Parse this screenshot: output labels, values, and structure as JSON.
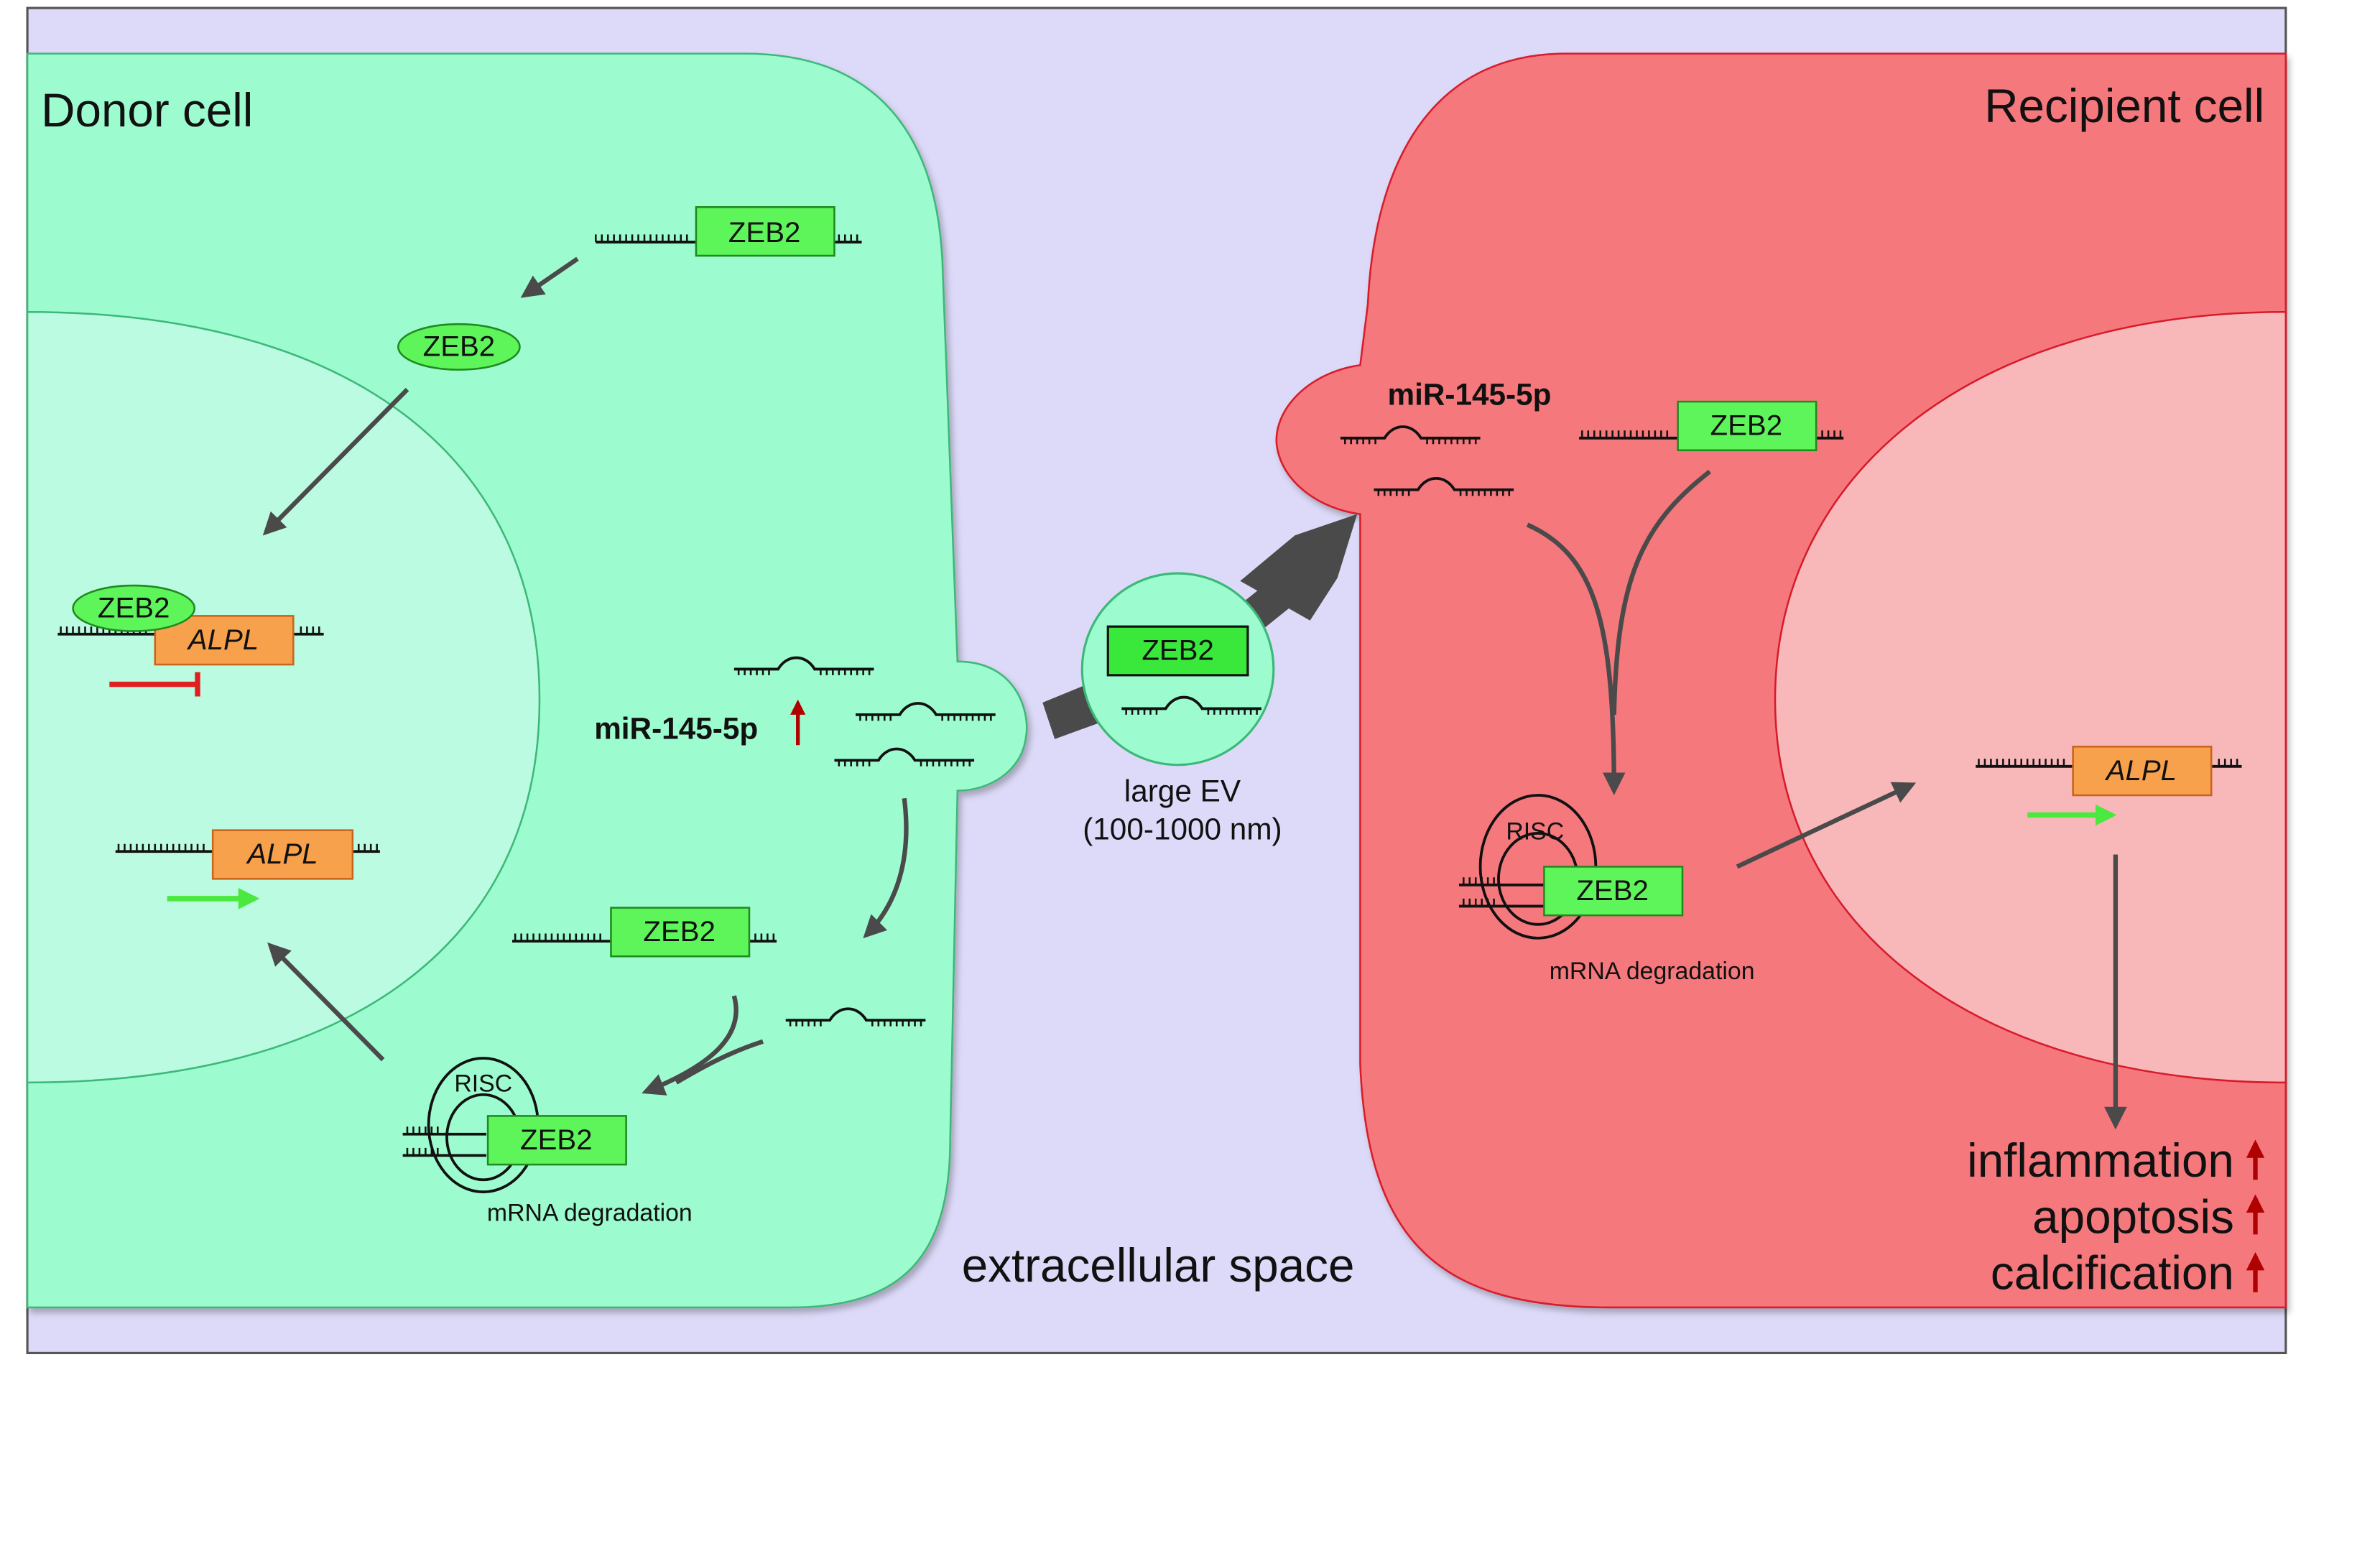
{
  "labels": {
    "donor_cell": "Donor cell",
    "recipient_cell": "Recipient cell",
    "extracellular_space": "extracellular space",
    "large_ev_line1": "large EV",
    "large_ev_line2": "(100-1000 nm)",
    "mirna_donor": "miR-145-5p",
    "mirna_recipient": "miR-145-5p",
    "risc_donor": "RISC",
    "risc_recipient": "RISC",
    "mrna_degradation_donor": "mRNA degradation",
    "mrna_degradation_recipient": "mRNA degradation"
  },
  "genes": {
    "zeb2": "ZEB2",
    "alpl": "ALPL"
  },
  "outcomes": [
    "inflammation",
    "apoptosis",
    "calcification"
  ],
  "colors": {
    "background": "#dcdaf8",
    "donor_cytoplasm": "#9dfccf",
    "donor_nucleus": "#bbfbe1",
    "recipient_cytoplasm": "#f5787b",
    "recipient_nucleus": "#f8b8b9",
    "zeb2_box": "#5ef55b",
    "alpl_box": "#f7a14c",
    "arrow_grey": "#4a4a4a",
    "up_arrow_red": "#b00000",
    "inhibit_red": "#e02020",
    "activate_green": "#4be840"
  }
}
